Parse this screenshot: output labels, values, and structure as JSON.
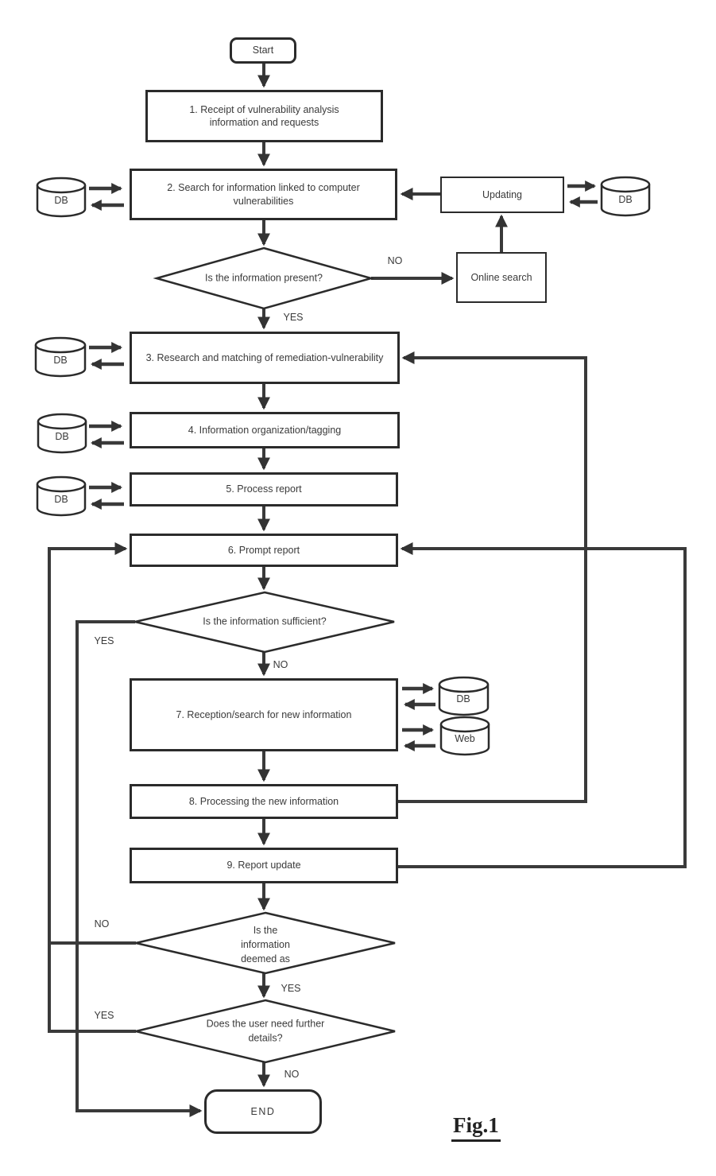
{
  "figure": {
    "caption": "Fig.1"
  },
  "nodes": {
    "start": "Start",
    "step1": "1. Receipt of vulnerability analysis information and requests",
    "step2": "2. Search for information linked to computer vulnerabilities",
    "updating": "Updating",
    "online_search": "Online search",
    "decision_present": "Is the information present?",
    "step3": "3. Research and matching of remediation-vulnerability",
    "step4": "4. Information organization/tagging",
    "step5": "5. Process report",
    "step6": "6. Prompt report",
    "decision_sufficient": "Is the information sufficient?",
    "step7": "7. Reception/search for new information",
    "step8": "8. Processing the new information",
    "step9": "9. Report update",
    "decision_deemed": "Is the information deemed as",
    "decision_details": "Does the user need further details?",
    "end": "END"
  },
  "stores": {
    "db": "DB",
    "web": "Web"
  },
  "edge_labels": {
    "yes": "YES",
    "no": "NO"
  },
  "colors": {
    "ink": "#2b2b2b",
    "line": "#3a3a3a",
    "background": "#ffffff"
  }
}
